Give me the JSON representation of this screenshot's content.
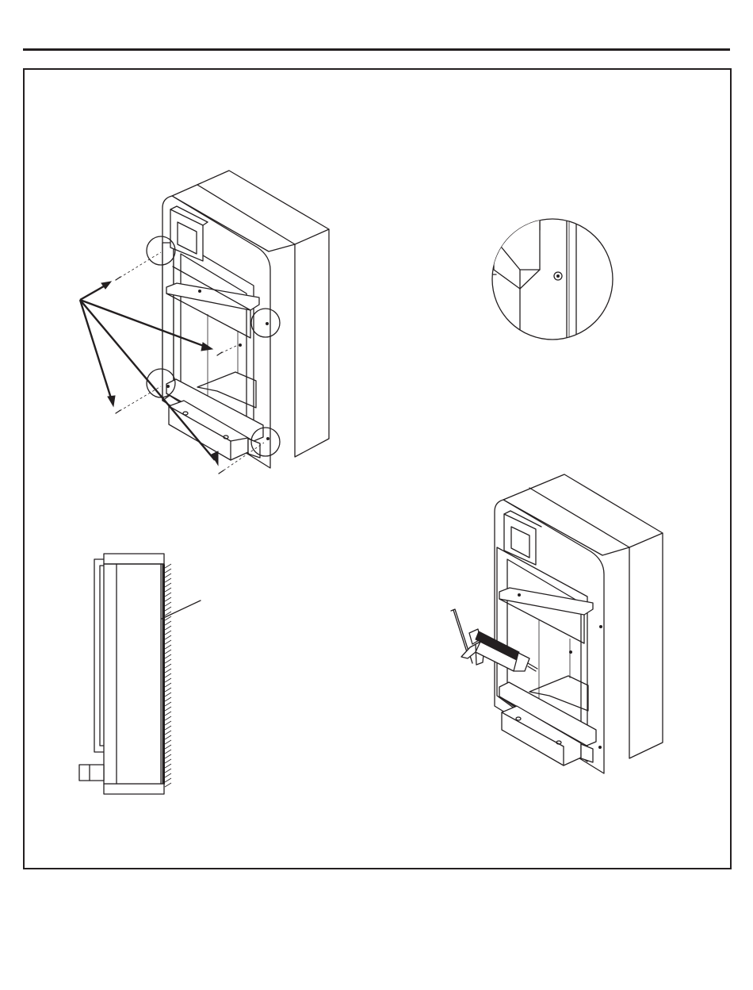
{
  "page": {
    "background": "#ffffff",
    "ink_color": "#231f20"
  },
  "figures": [
    {
      "id": "fig-1",
      "icon": "cabinet-screws-drawing"
    },
    {
      "id": "fig-2",
      "icon": "screw-detail-magnified-drawing"
    },
    {
      "id": "fig-3",
      "icon": "side-section-wall-drawing"
    },
    {
      "id": "fig-4",
      "icon": "cabinet-caulk-gun-drawing"
    }
  ]
}
